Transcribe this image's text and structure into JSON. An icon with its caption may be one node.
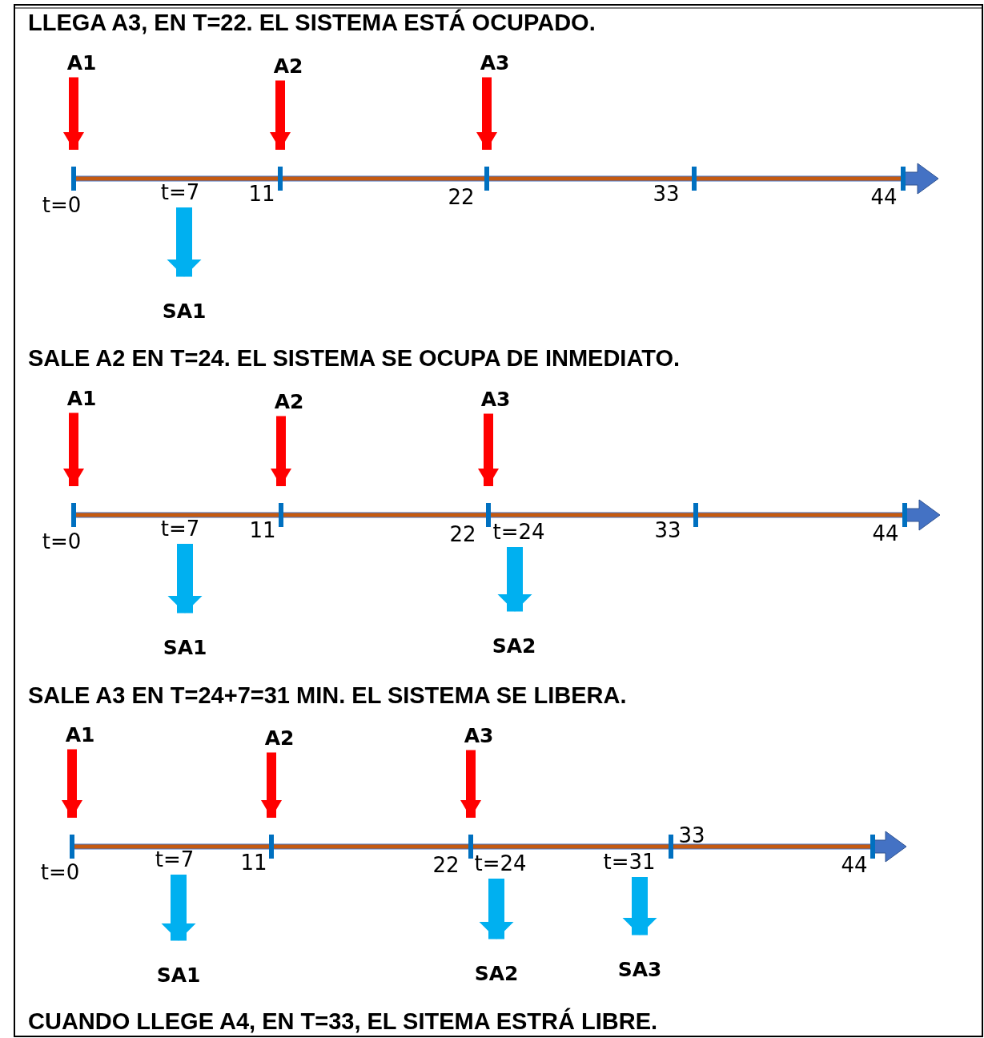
{
  "diagram": {
    "nodes": [
      {
        "text": [
          "A1"
        ]
      },
      {
        "text": [
          "A2"
        ]
      },
      {
        "text": [
          "A3"
        ]
      },
      {
        "text": [],
        "shape": "bar"
      },
      {
        "text": [],
        "shape": "bar"
      },
      {
        "text": [],
        "shape": "bar"
      },
      {
        "text": [],
        "shape": "bar"
      },
      {
        "text": [],
        "shape": "bar"
      },
      {
        "text": [
          "t=7"
        ]
      },
      {
        "text": [
          "SA1"
        ]
      },
      {
        "text": [
          "A1"
        ]
      },
      {
        "text": [
          "A2"
        ]
      },
      {
        "text": [
          "A3"
        ]
      },
      {
        "text": [],
        "shape": "bar"
      },
      {
        "text": [],
        "shape": "bar"
      },
      {
        "text": [],
        "shape": "bar"
      },
      {
        "text": [],
        "shape": "bar"
      },
      {
        "text": [],
        "shape": "bar"
      },
      {
        "text": [
          "t=7"
        ]
      },
      {
        "text": [
          "t=24"
        ]
      },
      {
        "text": [
          "SA1"
        ]
      },
      {
        "text": [
          "SA2"
        ]
      },
      {
        "text": [
          "A1"
        ]
      },
      {
        "text": [
          "A2"
        ]
      },
      {
        "text": [
          "A3"
        ]
      },
      {
        "text": [],
        "shape": "bar"
      },
      {
        "text": [],
        "shape": "bar"
      },
      {
        "text": [],
        "shape": "bar"
      },
      {
        "text": [],
        "shape": "bar"
      },
      {
        "text": [],
        "shape": "bar"
      },
      {
        "text": [
          "t=7"
        ]
      },
      {
        "text": [
          "t=24"
        ]
      },
      {
        "text": [
          "t=31"
        ]
      },
      {
        "text": [
          "SA1"
        ]
      },
      {
        "text": [
          "SA2"
        ]
      },
      {
        "text": [
          "SA3"
        ]
      }
    ],
    "edges": [
      {
        "from": 0,
        "to": 3,
        "arrow": "to"
      },
      {
        "from": 1,
        "to": 4,
        "arrow": "to"
      },
      {
        "from": 2,
        "to": 5,
        "arrow": "to"
      },
      {
        "from": 8,
        "to": 9,
        "arrow": "to",
        "color": "#00b0f0"
      },
      {
        "from": 10,
        "to": 13,
        "arrow": "to"
      },
      {
        "from": 11,
        "to": 14,
        "arrow": "to"
      },
      {
        "from": 12,
        "to": 15,
        "arrow": "to"
      },
      {
        "from": 18,
        "to": 20,
        "arrow": "to",
        "color": "#00b0f0"
      },
      {
        "from": 19,
        "to": 21,
        "arrow": "to",
        "color": "#00b0f0"
      },
      {
        "from": 22,
        "to": 25,
        "arrow": "to"
      },
      {
        "from": 23,
        "to": 26,
        "arrow": "to"
      },
      {
        "from": 24,
        "to": 27,
        "arrow": "to"
      },
      {
        "from": 30,
        "to": 33,
        "arrow": "to",
        "color": "#00b0f0"
      },
      {
        "from": 31,
        "to": 34,
        "arrow": "to",
        "color": "#00b0f0"
      },
      {
        "from": 32,
        "to": 35,
        "arrow": "to",
        "color": "#00b0f0"
      }
    ],
    "labels": [
      "LLEGA A3, EN T=22. EL SISTEMA ESTÁ OCUPADO.",
      "t=0",
      "11",
      "22",
      "33",
      "44",
      "SALE A2 EN T=24. EL SISTEMA SE OCUPA DE INMEDIATO.",
      "t=0",
      "11",
      "22",
      "33",
      "44",
      "SALE A3 EN T=24+7=31 MIN. EL SISTEMA SE LIBERA.",
      "33",
      "t=0",
      "11",
      "22",
      "44",
      "CUANDO LLEGE A4, EN T=33, EL SITEMA ESTRÁ LIBRE."
    ]
  }
}
